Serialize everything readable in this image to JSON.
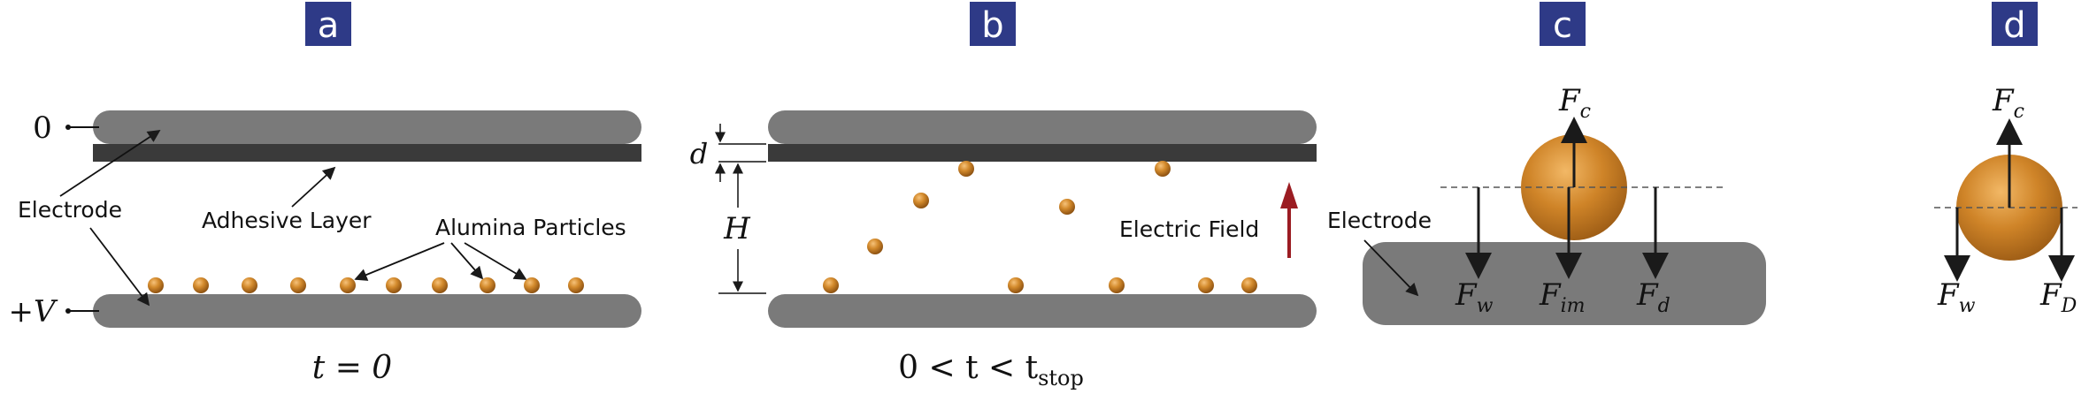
{
  "panels": {
    "a": {
      "tag": "a",
      "potential_top": "0",
      "potential_bottom": "+V",
      "label_electrode": "Electrode",
      "label_adhesive": "Adhesive Layer",
      "label_particles": "Alumina Particles",
      "caption": "t = 0"
    },
    "b": {
      "tag": "b",
      "label_d": "d",
      "label_H": "H",
      "label_field": "Electric Field",
      "caption_prefix": "0 < t < t",
      "caption_sub": "stop"
    },
    "c": {
      "tag": "c",
      "label_electrode": "Electrode",
      "force_c": "F",
      "force_c_sub": "c",
      "force_w": "F",
      "force_w_sub": "w",
      "force_im": "F",
      "force_im_sub": "im",
      "force_d": "F",
      "force_d_sub": "d"
    },
    "d": {
      "tag": "d",
      "force_c": "F",
      "force_c_sub": "c",
      "force_w": "F",
      "force_w_sub": "w",
      "force_D": "F",
      "force_D_sub": "D"
    }
  },
  "colors": {
    "tag_bg": "#2e3a87",
    "electrode": "#7a7a7a",
    "adhesive": "#3a3a3a",
    "particle": "#c07b1e",
    "field_arrow": "#9b1c22"
  }
}
